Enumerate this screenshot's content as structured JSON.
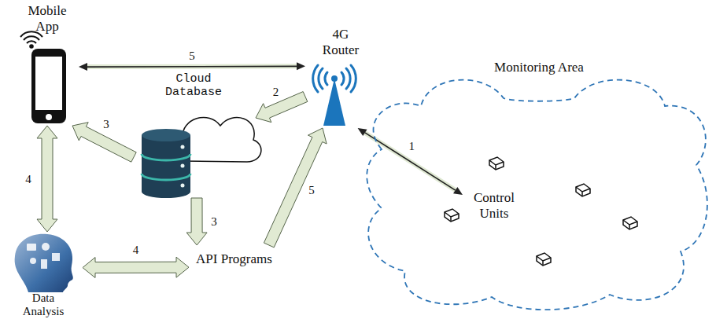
{
  "diagram": {
    "nodes": [
      {
        "text": [
          "Mobile App"
        ]
      },
      {
        "text": [
          "4G Router"
        ]
      },
      {
        "text": [
          "Cloud Database"
        ]
      },
      {
        "text": [
          "Monitoring Area"
        ]
      },
      {
        "text": [
          "Control Units"
        ],
        "in": 3
      },
      {
        "text": [
          "Data Analysis"
        ]
      },
      {
        "text": [
          "API Programs"
        ]
      }
    ],
    "edges": [
      {
        "from": 0,
        "to": 1,
        "label": "5",
        "arrow": "both"
      },
      {
        "from": 1,
        "to": 2,
        "label": "2",
        "arrow": "to"
      },
      {
        "from": 2,
        "to": 0,
        "label": "3",
        "arrow": "to"
      },
      {
        "from": 2,
        "to": 6,
        "label": "3",
        "arrow": "to"
      },
      {
        "from": 0,
        "to": 5,
        "label": "4",
        "arrow": "both"
      },
      {
        "from": 5,
        "to": 6,
        "label": "4",
        "arrow": "both"
      },
      {
        "from": 6,
        "to": 1,
        "label": "5",
        "arrow": "to"
      },
      {
        "from": 1,
        "to": 4,
        "label": "1",
        "arrow": "both"
      }
    ]
  }
}
